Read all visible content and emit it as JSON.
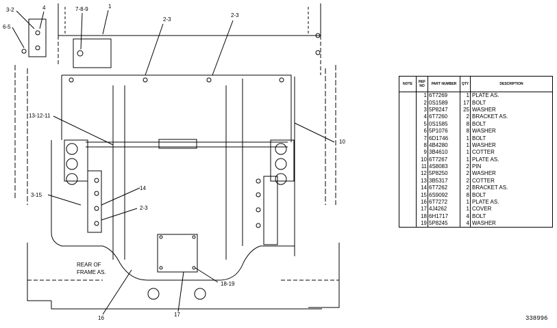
{
  "callouts": {
    "c_3_2": "3-2",
    "c_4": "4",
    "c_6_5": "6-5",
    "c_7_8_9": "7-8-9",
    "c_1": "1",
    "c_2_3_a": "2-3",
    "c_2_3_b": "2-3",
    "c_13_12_11": "13-12-11",
    "c_10": "10",
    "c_14": "14",
    "c_3_15": "3-15",
    "c_2_3_c": "2-3",
    "c_18_19": "18-19",
    "c_16": "16",
    "c_17": "17"
  },
  "note_rear": [
    "REAR OF",
    "FRAME AS."
  ],
  "table": {
    "headers": {
      "note": "NOTE",
      "ref": "REF NO",
      "part": "PART NUMBER",
      "qty": "QTY",
      "desc": "DESCRIPTION"
    },
    "rows": [
      {
        "ref": "1",
        "part": "6T7269",
        "qty": "1",
        "desc": "PLATE AS."
      },
      {
        "ref": "2",
        "part": "0S1589",
        "qty": "17",
        "desc": "BOLT"
      },
      {
        "ref": "3",
        "part": "5P8247",
        "qty": "25",
        "desc": "WASHER"
      },
      {
        "ref": "4",
        "part": "6T7260",
        "qty": "2",
        "desc": "BRACKET AS."
      },
      {
        "ref": "5",
        "part": "0S1585",
        "qty": "8",
        "desc": "BOLT"
      },
      {
        "ref": "6",
        "part": "5P1076",
        "qty": "8",
        "desc": "WASHER"
      },
      {
        "ref": "7",
        "part": "6D1746",
        "qty": "1",
        "desc": "BOLT"
      },
      {
        "ref": "8",
        "part": "4B4280",
        "qty": "1",
        "desc": "WASHER"
      },
      {
        "ref": "9",
        "part": "3B4610",
        "qty": "1",
        "desc": "COTTER"
      },
      {
        "ref": "10",
        "part": "6T7267",
        "qty": "1",
        "desc": "PLATE AS."
      },
      {
        "ref": "11",
        "part": "4S8083",
        "qty": "2",
        "desc": "PIN"
      },
      {
        "ref": "12",
        "part": "5P8250",
        "qty": "2",
        "desc": "WASHER"
      },
      {
        "ref": "13",
        "part": "3B5317",
        "qty": "2",
        "desc": "COTTER"
      },
      {
        "ref": "14",
        "part": "6T7262",
        "qty": "2",
        "desc": "BRACKET AS."
      },
      {
        "ref": "15",
        "part": "6S9092",
        "qty": "8",
        "desc": "BOLT"
      },
      {
        "ref": "16",
        "part": "6T7272",
        "qty": "1",
        "desc": "PLATE AS."
      },
      {
        "ref": "17",
        "part": "4J4262",
        "qty": "1",
        "desc": "COVER"
      },
      {
        "ref": "18",
        "part": "6H1717",
        "qty": "4",
        "desc": "BOLT"
      },
      {
        "ref": "19",
        "part": "5P8245",
        "qty": "4",
        "desc": "WASHER"
      }
    ]
  },
  "drawing_number": "338996"
}
